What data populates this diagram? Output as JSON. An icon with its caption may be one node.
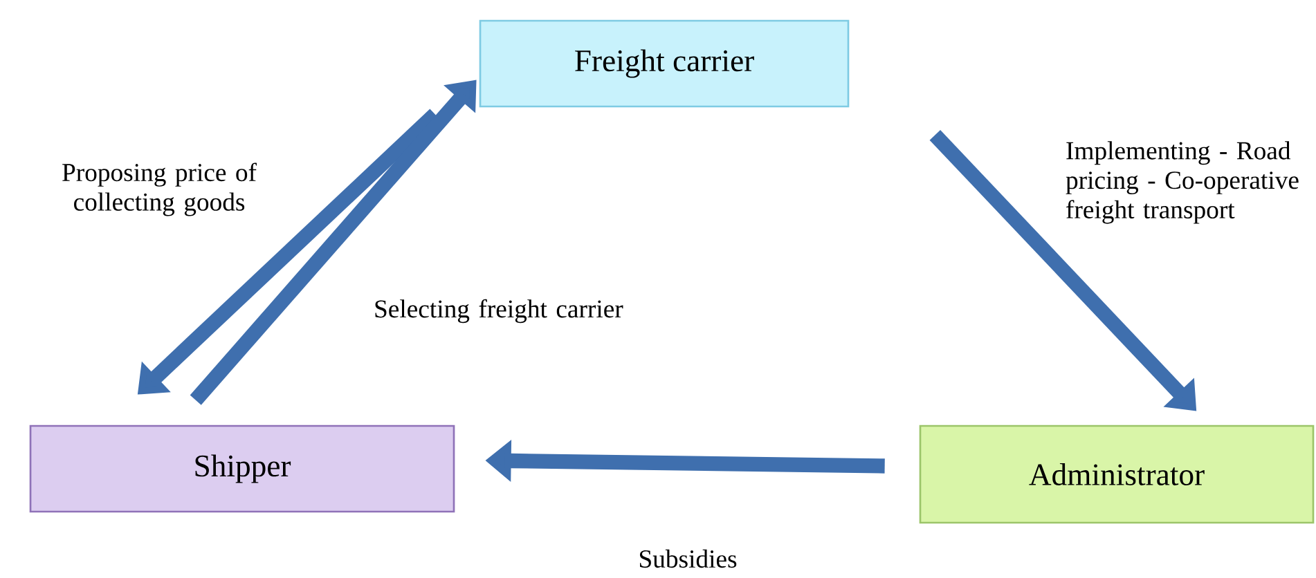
{
  "diagram": {
    "nodes": [
      {
        "text": [
          "Freight carrier"
        ]
      },
      {
        "text": [
          "Shipper"
        ]
      },
      {
        "text": [
          "Administrator"
        ]
      }
    ],
    "edges": [
      {
        "from": 0,
        "to": 1,
        "arrow": "to",
        "label": "Proposing price of collecting goods"
      },
      {
        "from": 1,
        "to": 0,
        "arrow": "to",
        "label": "Selecting freight carrier"
      },
      {
        "from": 0,
        "to": 2,
        "arrow": "to",
        "label": "Implementing - Road pricing - Co-operative freight transport"
      },
      {
        "from": 2,
        "to": 1,
        "arrow": "to",
        "label": "Subsidies"
      }
    ]
  }
}
